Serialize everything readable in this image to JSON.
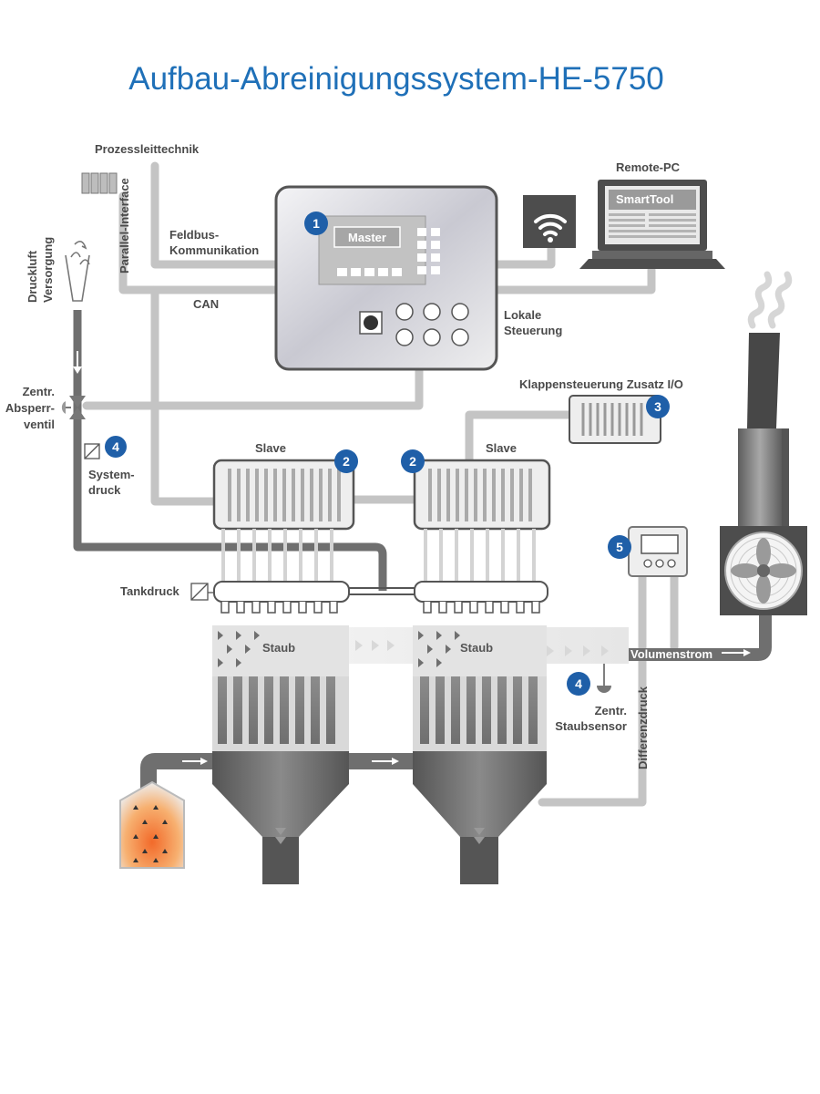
{
  "title": "Aufbau-Abreinigungssystem-HE-5750",
  "labels": {
    "prozessleittechnik": "Prozessleittechnik",
    "parallel_interface": "Parallel-Interface",
    "feldbus_1": "Feldbus-",
    "feldbus_2": "Kommunikation",
    "can": "CAN",
    "druckluft_1": "Druckluft",
    "druckluft_2": "Versorgung",
    "ventil_1": "Zentr.",
    "ventil_2": "Absperr-",
    "ventil_3": "ventil",
    "systemdruck_1": "System-",
    "systemdruck_2": "druck",
    "master": "Master",
    "remote_pc": "Remote-PC",
    "smarttool": "SmartTool",
    "lokale_1": "Lokale",
    "lokale_2": "Steuerung",
    "klappen": "Klappensteuerung Zusatz I/O",
    "slave_left": "Slave",
    "slave_right": "Slave",
    "tankdruck": "Tankdruck",
    "staub_left": "Staub",
    "staub_right": "Staub",
    "volumenstrom": "Volumenstrom",
    "staubsensor_1": "Zentr.",
    "staubsensor_2": "Staubsensor",
    "differenzdruck": "Differenzdruck"
  },
  "badges": {
    "master": "1",
    "slave_left": "2",
    "slave_right": "2",
    "klappen": "3",
    "systemdruck": "4",
    "staubsensor": "4",
    "volumenstrom_sensor": "5"
  },
  "colors": {
    "title": "#1f70b8",
    "badge": "#1f5fa8",
    "pipe_light": "#c4c4c4",
    "pipe_dark": "#6f6f6f",
    "hopper": "#707070",
    "silo_hot": "#f08a4b"
  },
  "icons": [
    "wifi-icon",
    "laptop-icon",
    "fan-icon",
    "pressure-sensor-icon",
    "dust-sensor-icon",
    "valve-icon",
    "chimney-icon",
    "silo-icon"
  ]
}
